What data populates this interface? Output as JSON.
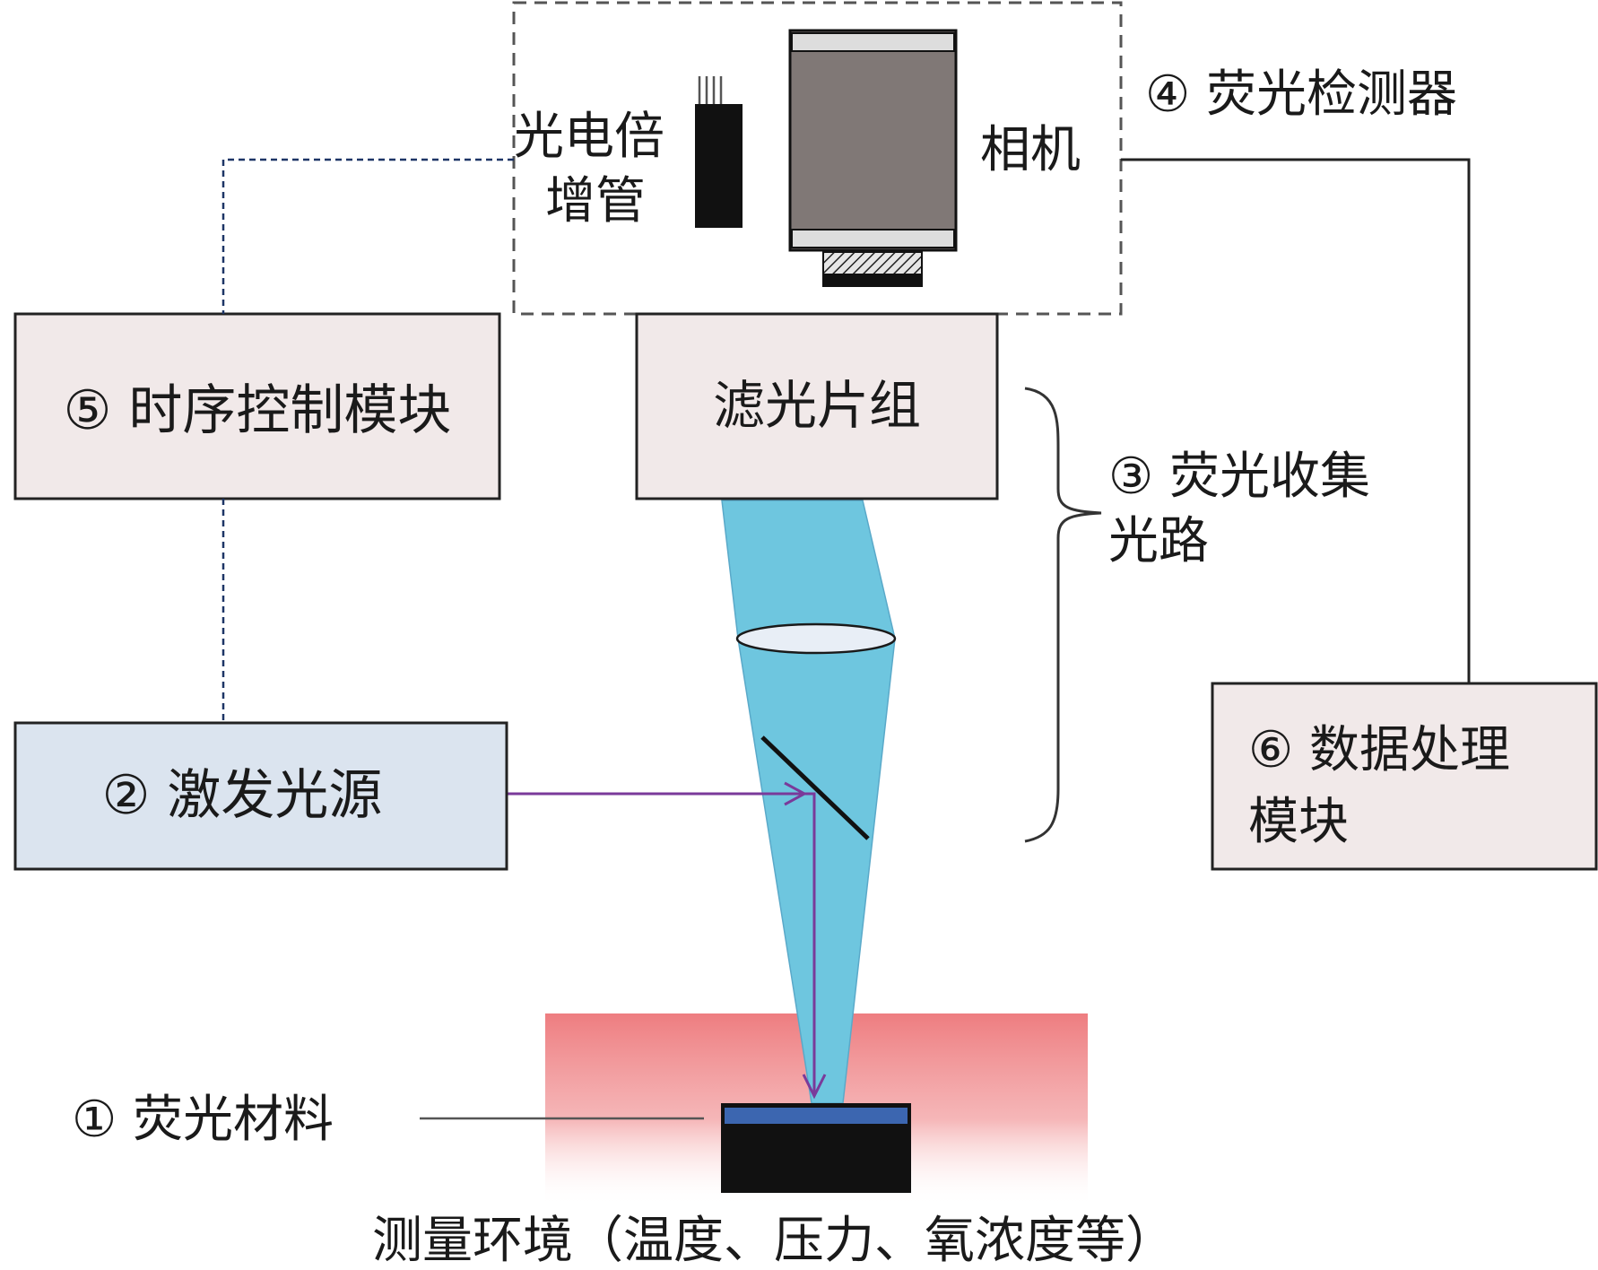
{
  "detector": {
    "label": "④ 荧光检测器",
    "pmt_line1": "光电倍",
    "pmt_line2": "增管",
    "camera": "相机"
  },
  "timing_module": {
    "label": "⑤ 时序控制模块"
  },
  "filter_group": {
    "label": "滤光片组"
  },
  "collection_path": {
    "line1": "③ 荧光收集",
    "line2": "光路"
  },
  "excitation_source": {
    "label": "② 激发光源"
  },
  "data_module": {
    "line1": "⑥ 数据处理",
    "line2": "模块"
  },
  "fluorescent_material": {
    "label": "① 荧光材料"
  },
  "environment": {
    "label": "测量环境（温度、压力、氧浓度等）"
  },
  "colors": {
    "module_box": "#f1e9e9",
    "excitation_box": "#dbe4ef",
    "beam_cone": "#6ec6df",
    "excitation_ray": "#7a3a9a",
    "environment_glow": "#ee7d80",
    "material_top": "#3c66b0",
    "material_base": "#111111",
    "camera_body": "#807876",
    "dash_line": "#1d3566"
  }
}
